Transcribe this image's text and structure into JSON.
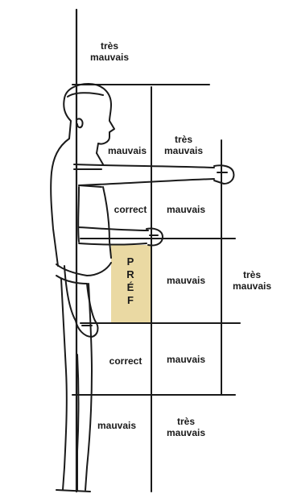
{
  "colors": {
    "line": "#1a1a1a",
    "preferred_zone_fill": "#ead9a3",
    "background": "#ffffff"
  },
  "figure": {
    "description_icon": "standing-person-arm-extended-icon"
  },
  "zones": {
    "top_left": "très\nmauvais",
    "shoulder_left": "mauvais",
    "shoulder_right": "très\nmauvais",
    "elbow_left": "correct",
    "elbow_right": "mauvais",
    "middle_right": "mauvais",
    "far_right": "très\nmauvais",
    "knee_left": "correct",
    "knee_right": "mauvais",
    "bottom_left": "mauvais",
    "bottom_right": "très\nmauvais"
  },
  "preferred": {
    "letters": [
      "P",
      "R",
      "É",
      "F"
    ]
  }
}
